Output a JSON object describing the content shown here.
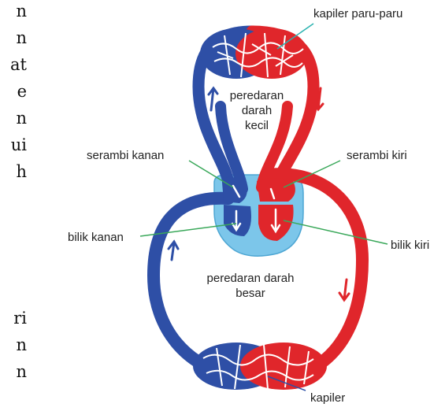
{
  "side_text": [
    "n",
    "n",
    "at",
    "e",
    "n",
    "ui",
    "h",
    "ri",
    "n",
    "n"
  ],
  "labels": {
    "kapiler_paru": "kapiler paru-paru",
    "peredaran_kecil": [
      "peredaran",
      "darah",
      "kecil"
    ],
    "serambi_kanan": "serambi kanan",
    "serambi_kiri": "serambi kiri",
    "bilik_kanan": "bilik kanan",
    "bilik_kiri": "bilik kiri",
    "peredaran_besar": [
      "peredaran darah",
      "besar"
    ],
    "kapiler": "kapiler"
  },
  "colors": {
    "vein": "#2e4fa6",
    "artery": "#e0262b",
    "heart_bg": "#7cc6ea",
    "pointer": "#2bb3b0",
    "pointer_green": "#3aa85a"
  }
}
